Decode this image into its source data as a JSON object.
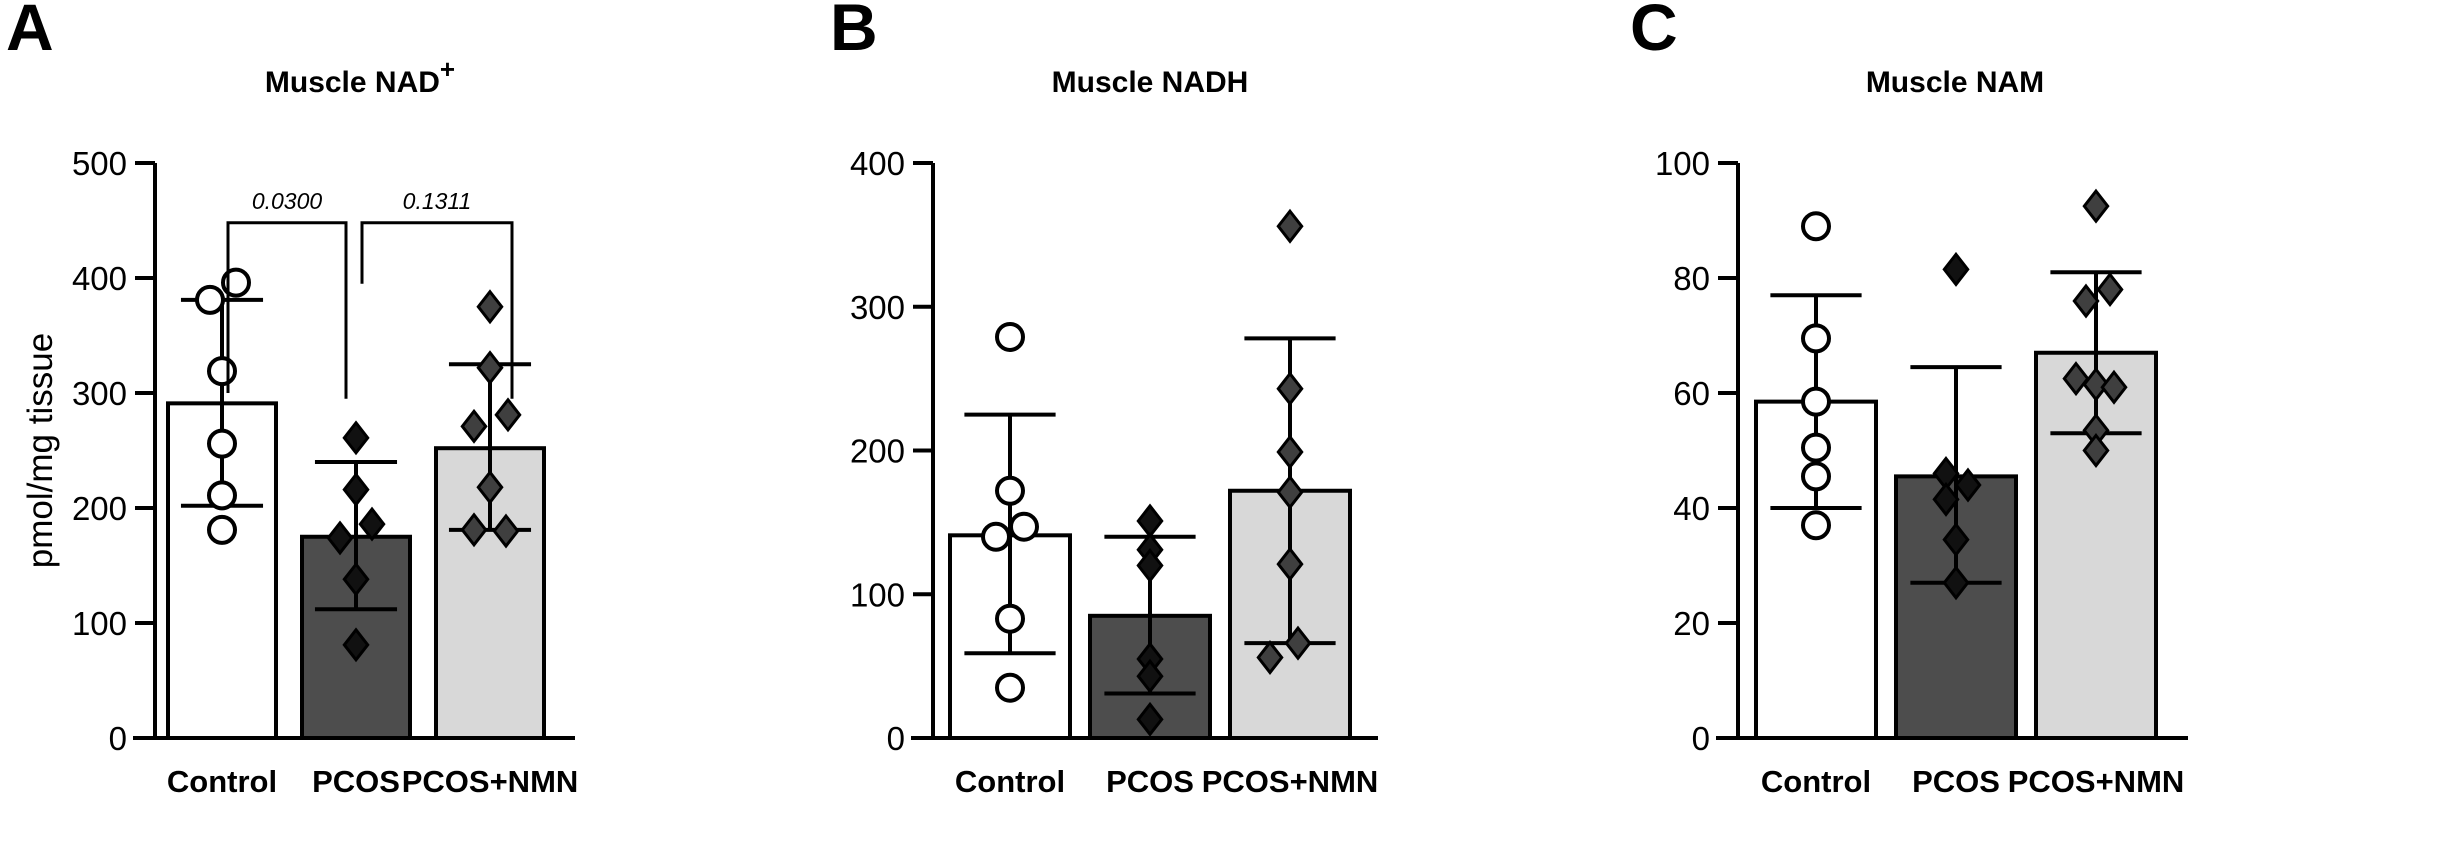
{
  "figure": {
    "panels": [
      {
        "letter": "A",
        "id": "panel-a"
      },
      {
        "letter": "B",
        "id": "panel-b"
      },
      {
        "letter": "C",
        "id": "panel-c"
      }
    ]
  },
  "colors": {
    "control_bar": "#ffffff",
    "pcos_bar": "#4d4d4d",
    "pcos_nmn_bar": "#d8d8d8",
    "outline": "#000000",
    "marker_open": "#ffffff",
    "marker_filled": "#3f3f3f",
    "marker_filled_dark": "#111111"
  },
  "chart_data": [
    {
      "type": "bar",
      "panel": "A",
      "title": "Muscle NAD⁺",
      "title_base": "Muscle NAD",
      "title_sup": "+",
      "xlabel": "",
      "ylabel": "pmol/mg tissue",
      "ylim": [
        0,
        500
      ],
      "yticks": [
        0,
        100,
        200,
        300,
        400,
        500
      ],
      "ytick_labels": [
        "0",
        "100",
        "200",
        "300",
        "400",
        "500"
      ],
      "grid": false,
      "legend": "none",
      "categories": [
        "Control",
        "PCOS",
        "PCOS+NMN"
      ],
      "values": [
        291,
        175,
        252
      ],
      "error_upper": [
        381,
        240,
        325
      ],
      "error_lower": [
        202,
        112,
        181
      ],
      "points": [
        {
          "category": "Control",
          "marker": "circle-open",
          "values": [
            396,
            381,
            319,
            256,
            211,
            181
          ],
          "offsets": [
            14,
            -12,
            0,
            0,
            0,
            0
          ]
        },
        {
          "category": "PCOS",
          "marker": "diamond-filled",
          "values": [
            261,
            216,
            186,
            174,
            138,
            81
          ],
          "offsets": [
            0,
            0,
            16,
            -16,
            0,
            0
          ]
        },
        {
          "category": "PCOS+NMN",
          "marker": "diamond-filled",
          "values": [
            375,
            322,
            281,
            271,
            218,
            181,
            180
          ],
          "offsets": [
            0,
            0,
            18,
            -16,
            0,
            -16,
            16
          ]
        }
      ],
      "annotations": [
        {
          "type": "significance-bracket",
          "label": "0.0300",
          "from": "Control",
          "to": "PCOS",
          "y": 448
        },
        {
          "type": "significance-bracket",
          "label": "0.1311",
          "from": "PCOS",
          "to": "PCOS+NMN",
          "y": 448
        }
      ]
    },
    {
      "type": "bar",
      "panel": "B",
      "title": "Muscle NADH",
      "title_base": "Muscle NADH",
      "title_sup": "",
      "xlabel": "",
      "ylabel": "",
      "ylim": [
        0,
        400
      ],
      "yticks": [
        0,
        100,
        200,
        300,
        400
      ],
      "ytick_labels": [
        "0",
        "100",
        "200",
        "300",
        "400"
      ],
      "grid": false,
      "legend": "none",
      "categories": [
        "Control",
        "PCOS",
        "PCOS+NMN"
      ],
      "values": [
        141,
        85,
        172
      ],
      "error_upper": [
        225,
        140,
        278
      ],
      "error_lower": [
        59,
        31,
        66
      ],
      "points": [
        {
          "category": "Control",
          "marker": "circle-open",
          "values": [
            279,
            172,
            147,
            140,
            83,
            35
          ],
          "offsets": [
            0,
            0,
            14,
            -14,
            0,
            0
          ]
        },
        {
          "category": "PCOS",
          "marker": "diamond-filled",
          "values": [
            151,
            131,
            120,
            55,
            43,
            13
          ],
          "offsets": [
            0,
            0,
            0,
            0,
            0,
            0
          ]
        },
        {
          "category": "PCOS+NMN",
          "marker": "diamond-filled",
          "values": [
            356,
            243,
            199,
            171,
            121,
            66,
            56
          ],
          "offsets": [
            0,
            0,
            0,
            0,
            0,
            8,
            -20
          ]
        }
      ],
      "annotations": []
    },
    {
      "type": "bar",
      "panel": "C",
      "title": "Muscle NAM",
      "title_base": "Muscle NAM",
      "title_sup": "",
      "xlabel": "",
      "ylabel": "",
      "ylim": [
        0,
        100
      ],
      "yticks": [
        0,
        20,
        40,
        60,
        80,
        100
      ],
      "ytick_labels": [
        "0",
        "20",
        "40",
        "60",
        "80",
        "100"
      ],
      "grid": false,
      "legend": "none",
      "categories": [
        "Control",
        "PCOS",
        "PCOS+NMN"
      ],
      "values": [
        58.5,
        45.5,
        67
      ],
      "error_upper": [
        77,
        64.5,
        81
      ],
      "error_lower": [
        40,
        27,
        53
      ],
      "points": [
        {
          "category": "Control",
          "marker": "circle-open",
          "values": [
            89,
            69.5,
            58.5,
            50.5,
            45.5,
            37
          ],
          "offsets": [
            0,
            0,
            0,
            0,
            0,
            0
          ]
        },
        {
          "category": "PCOS",
          "marker": "diamond-filled",
          "values": [
            81.5,
            46,
            44,
            41.5,
            34.5,
            27
          ],
          "offsets": [
            0,
            -10,
            12,
            -10,
            0,
            0
          ]
        },
        {
          "category": "PCOS+NMN",
          "marker": "diamond-filled",
          "values": [
            92.5,
            78,
            76,
            62.5,
            61.5,
            61,
            53.5,
            50
          ],
          "offsets": [
            0,
            14,
            -10,
            -20,
            0,
            18,
            0,
            0
          ]
        }
      ],
      "annotations": []
    }
  ]
}
